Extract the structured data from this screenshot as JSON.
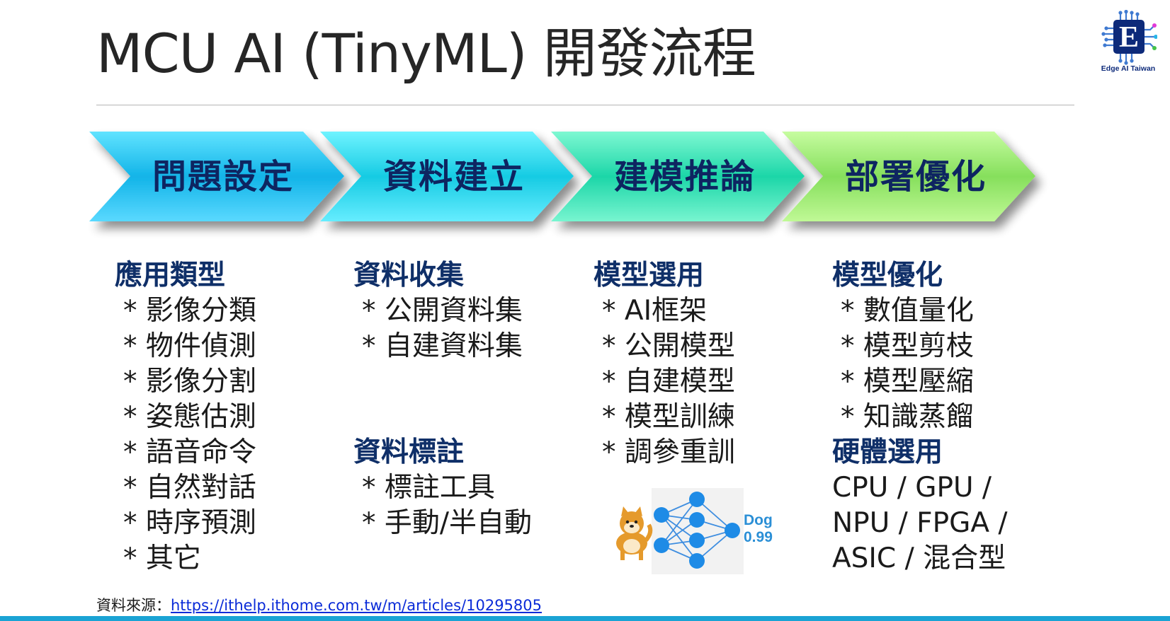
{
  "title": "MCU AI (TinyML) 開發流程",
  "logo": {
    "text": "Edge AI Taiwan",
    "letter": "E"
  },
  "steps": [
    {
      "label": "問題設定",
      "color": "#16b8e6"
    },
    {
      "label": "資料建立",
      "color": "#17cde2"
    },
    {
      "label": "建模推論",
      "color": "#1fd9b0"
    },
    {
      "label": "部署優化",
      "color": "#8fe46b"
    }
  ],
  "col1": {
    "head": "應用類型",
    "items": [
      "* 影像分類",
      "* 物件偵測",
      "* 影像分割",
      "* 姿態估測",
      "* 語音命令",
      "* 自然對話",
      "* 時序預測",
      "* 其它"
    ]
  },
  "col2": {
    "head1": "資料收集",
    "items1": [
      "* 公開資料集",
      "* 自建資料集"
    ],
    "head2": "資料標註",
    "items2": [
      "* 標註工具",
      "* 手動/半自動"
    ]
  },
  "col3": {
    "head": "模型選用",
    "items": [
      "* AI框架",
      "* 公開模型",
      "* 自建模型",
      "* 模型訓練",
      "* 調參重訓"
    ],
    "nn_label_1": "Dog",
    "nn_label_2": "0.99"
  },
  "col4": {
    "head1": "模型優化",
    "items1": [
      "* 數值量化",
      "* 模型剪枝",
      "* 模型壓縮",
      "* 知識蒸餾"
    ],
    "head2": "硬體選用",
    "lines2": [
      "CPU / GPU /",
      "NPU / FPGA /",
      "ASIC / 混合型"
    ]
  },
  "source": {
    "prefix": "資料來源：",
    "url": "https://ithelp.ithome.com.tw/m/articles/10295805"
  },
  "colors": {
    "bottom_bar": "#1aa3d4",
    "heading": "#0f2f68",
    "step_text": "#0e2561"
  }
}
